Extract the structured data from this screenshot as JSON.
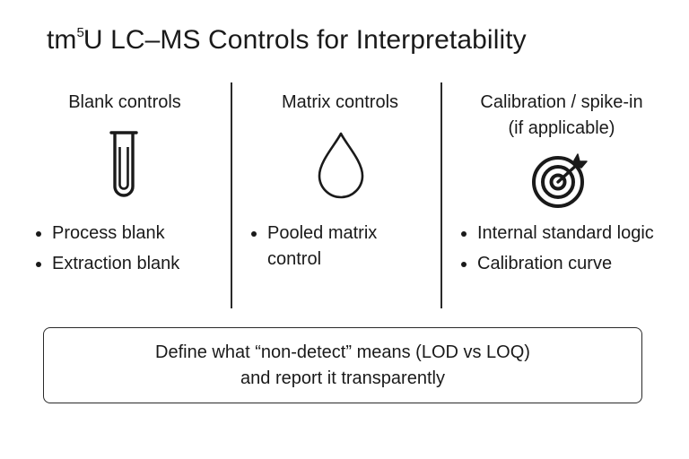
{
  "title": {
    "prefix": "tm",
    "superscript": "5",
    "rest": "U LC–MS Controls for Interpretability"
  },
  "columns": [
    {
      "heading": "Blank controls",
      "icon": "test-tube-icon",
      "bullets": [
        "Process blank",
        "Extraction blank"
      ]
    },
    {
      "heading": "Matrix controls",
      "icon": "droplet-icon",
      "bullets": [
        "Pooled matrix control"
      ]
    },
    {
      "heading_line1": "Calibration / spike-in",
      "heading_line2": "(if applicable)",
      "icon": "target-icon",
      "bullets": [
        "Internal standard logic",
        "Calibration curve"
      ]
    }
  ],
  "note": {
    "line1": "Define what “non-detect” means (LOD vs LOQ)",
    "line2": "and report it transparently"
  }
}
